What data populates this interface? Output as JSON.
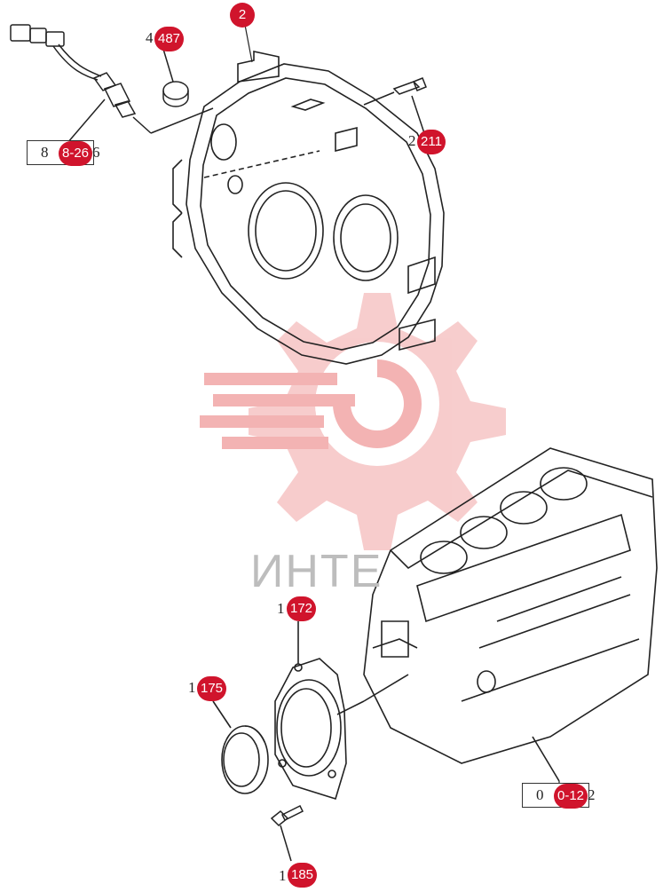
{
  "watermark": {
    "text": "ИНТЕ",
    "color": "#f0a0a0"
  },
  "callouts": [
    {
      "id": "c2",
      "prefix": "",
      "badge": "2",
      "suffix": ""
    },
    {
      "id": "c487",
      "prefix": "4",
      "badge": "487",
      "suffix": ""
    },
    {
      "id": "c211",
      "prefix": "2",
      "badge": "211",
      "suffix": ""
    },
    {
      "id": "c1726",
      "prefix": "8",
      "badge": "8-26",
      "suffix": "6"
    },
    {
      "id": "c172",
      "prefix": "1",
      "badge": "172",
      "suffix": ""
    },
    {
      "id": "c175",
      "prefix": "1",
      "badge": "175",
      "suffix": ""
    },
    {
      "id": "c185",
      "prefix": "1",
      "badge": "185",
      "suffix": ""
    },
    {
      "id": "c012",
      "prefix": "0",
      "badge": "0-12",
      "suffix": "2"
    }
  ],
  "colors": {
    "badge": "#d0142c",
    "line": "#222222"
  }
}
